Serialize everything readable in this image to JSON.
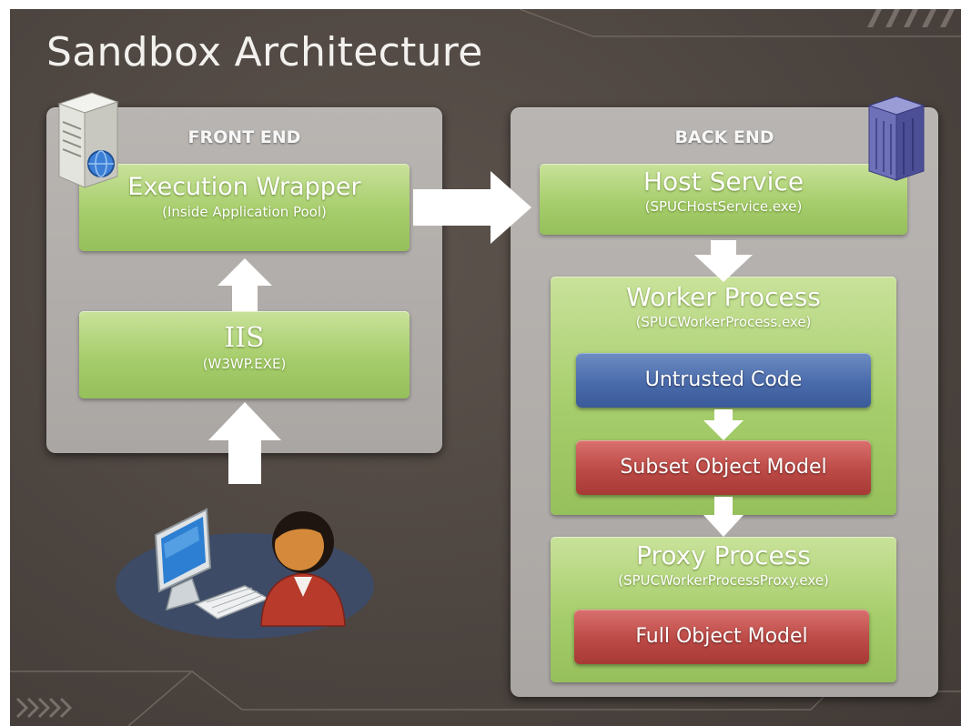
{
  "title": "Sandbox Architecture",
  "front_end": {
    "label": "FRONT END",
    "execution_wrapper": {
      "title": "Execution Wrapper",
      "subtitle": "(Inside Application Pool)"
    },
    "iis": {
      "title": "IIS",
      "subtitle": "(W3WP.EXE)"
    }
  },
  "back_end": {
    "label": "BACK END",
    "host_service": {
      "title": "Host Service",
      "subtitle": "(SPUCHostService.exe)"
    },
    "worker_process": {
      "title": "Worker Process",
      "subtitle": "(SPUCWorkerProcess.exe)",
      "untrusted_code": "Untrusted Code",
      "subset_object_model": "Subset Object Model"
    },
    "proxy_process": {
      "title": "Proxy Process",
      "subtitle": "(SPUCWorkerProcessProxy.exe)",
      "full_object_model": "Full Object Model"
    }
  },
  "colors": {
    "background": "#4d4540",
    "panel": "#b0aca9",
    "green_box": "#a6cd6b",
    "blue_box": "#4a6bab",
    "red_box": "#bc4945",
    "arrow": "#ffffff"
  },
  "icons": [
    "server-icon",
    "server-rack-icon",
    "user-at-computer-icon"
  ]
}
